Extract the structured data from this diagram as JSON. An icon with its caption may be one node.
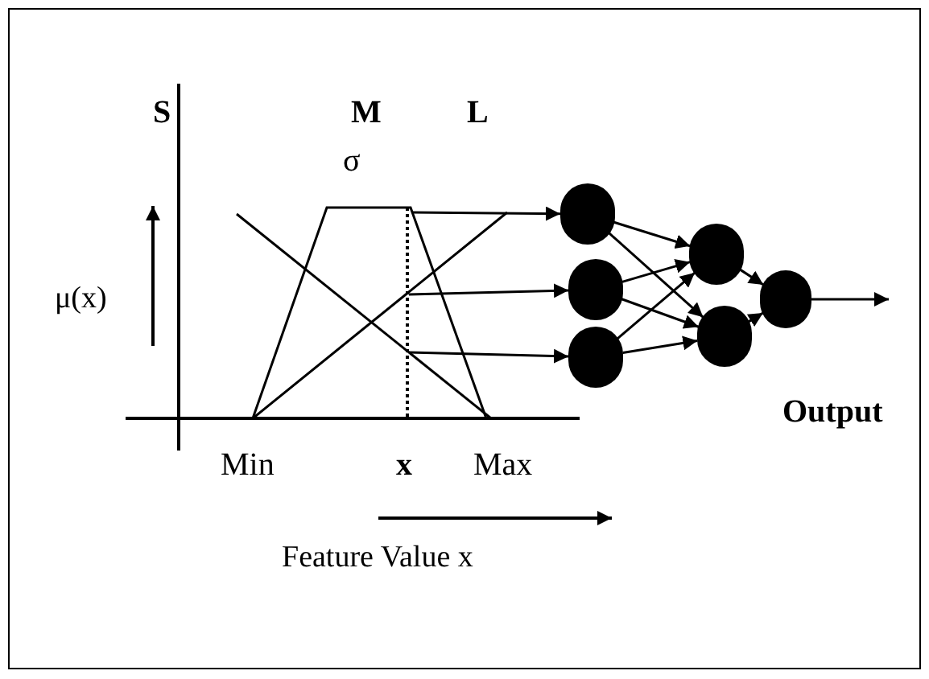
{
  "diagram": {
    "nodes": [
      {
        "text": [],
        "shape": "circle"
      },
      {
        "text": [],
        "shape": "circle"
      },
      {
        "text": [],
        "shape": "circle"
      },
      {
        "text": [],
        "shape": "circle"
      },
      {
        "text": [],
        "shape": "circle"
      },
      {
        "text": [],
        "shape": "circle"
      }
    ],
    "edges": [
      {
        "from": null,
        "to": 0,
        "arrow": "to"
      },
      {
        "from": null,
        "to": 1,
        "arrow": "to"
      },
      {
        "from": null,
        "to": 2,
        "arrow": "to"
      },
      {
        "from": 0,
        "to": 3,
        "arrow": "to"
      },
      {
        "from": 0,
        "to": 4,
        "arrow": "to"
      },
      {
        "from": 1,
        "to": 3,
        "arrow": "to"
      },
      {
        "from": 1,
        "to": 4,
        "arrow": "to"
      },
      {
        "from": 2,
        "to": 3,
        "arrow": "to"
      },
      {
        "from": 2,
        "to": 4,
        "arrow": "to"
      },
      {
        "from": 3,
        "to": 5,
        "arrow": "to"
      },
      {
        "from": 4,
        "to": 5,
        "arrow": "to"
      },
      {
        "from": 5,
        "to": null,
        "arrow": "to"
      }
    ],
    "labels": [
      "S",
      "M",
      "L",
      "σ",
      "μ(x)",
      "Min",
      "x",
      "Max",
      "Output",
      "Feature Value x"
    ]
  }
}
